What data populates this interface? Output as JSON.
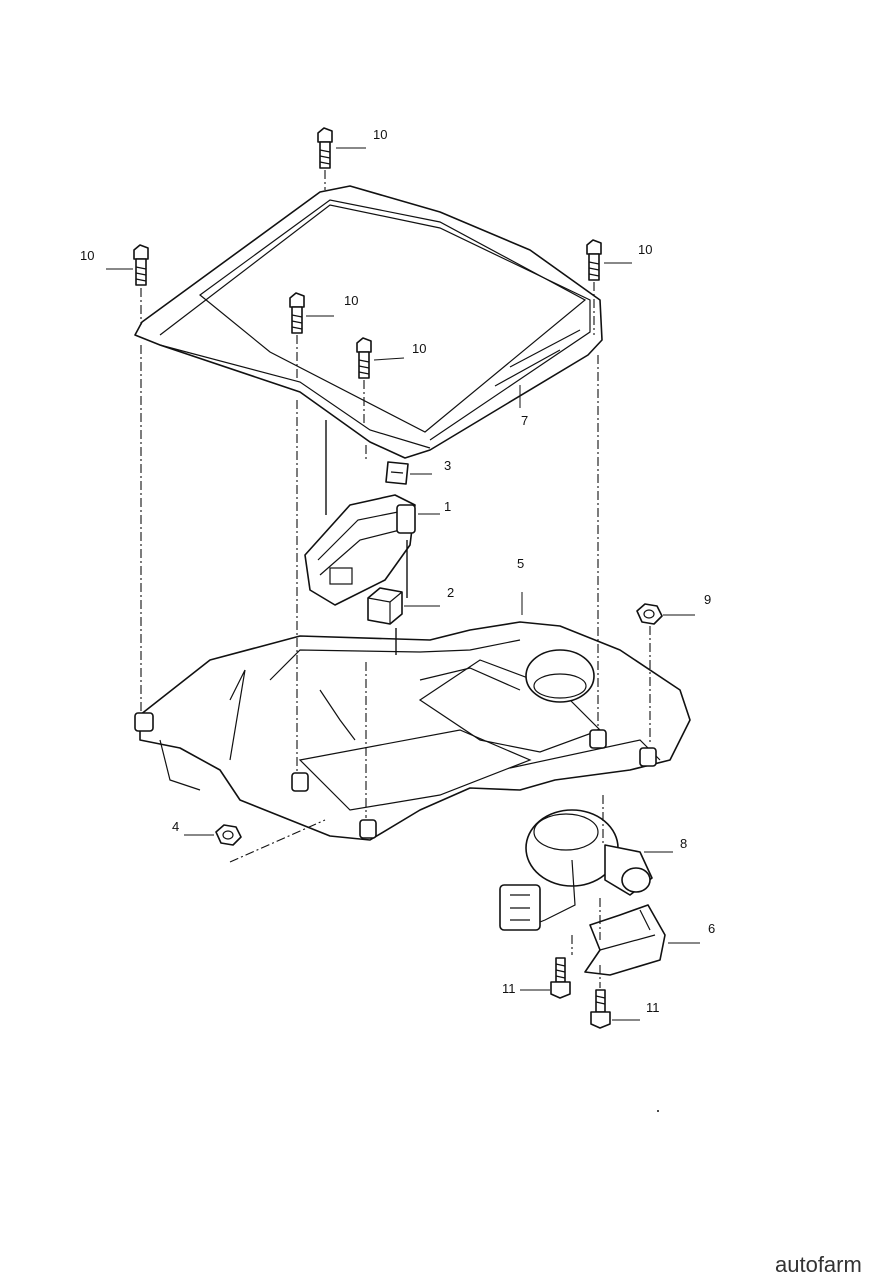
{
  "callouts": [
    {
      "id": "c10a",
      "text": "10"
    },
    {
      "id": "c10b",
      "text": "10"
    },
    {
      "id": "c10c",
      "text": "10"
    },
    {
      "id": "c10d",
      "text": "10"
    },
    {
      "id": "c10e",
      "text": "10"
    },
    {
      "id": "c7",
      "text": "7"
    },
    {
      "id": "c3",
      "text": "3"
    },
    {
      "id": "c1",
      "text": "1"
    },
    {
      "id": "c2",
      "text": "2"
    },
    {
      "id": "c5",
      "text": "5"
    },
    {
      "id": "c9",
      "text": "9"
    },
    {
      "id": "c4",
      "text": "4"
    },
    {
      "id": "c8",
      "text": "8"
    },
    {
      "id": "c6",
      "text": "6"
    },
    {
      "id": "c11a",
      "text": "11"
    },
    {
      "id": "c11b",
      "text": "11"
    }
  ],
  "watermark": "autofarm",
  "colors": {
    "ink": "#111111",
    "paper": "#ffffff"
  }
}
